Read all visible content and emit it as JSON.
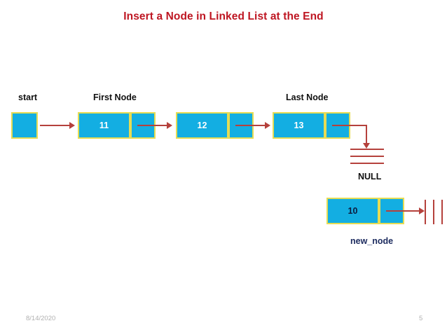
{
  "slide": {
    "title": "Insert a Node in Linked List at the End",
    "title_color": "#BE1622",
    "background": "#ffffff"
  },
  "palette": {
    "node_fill": "#13AEE2",
    "node_border": "#E6DC53",
    "arrow": "#B5413C",
    "label": "#101010",
    "new_node_label": "#1B2A5E",
    "footer": "#B0B0B0"
  },
  "labels": {
    "start": "start",
    "first_node": "First Node",
    "last_node": "Last Node",
    "null_end": "NULL",
    "new_node": "new_node"
  },
  "list": {
    "start_pointer": {
      "value": ""
    },
    "nodes": [
      {
        "data": "11",
        "next": ""
      },
      {
        "data": "12",
        "next": ""
      },
      {
        "data": "13",
        "next": ""
      }
    ]
  },
  "new_node": {
    "data": "10",
    "next": ""
  },
  "footer": {
    "date": "8/14/2020",
    "page_number": "5"
  }
}
